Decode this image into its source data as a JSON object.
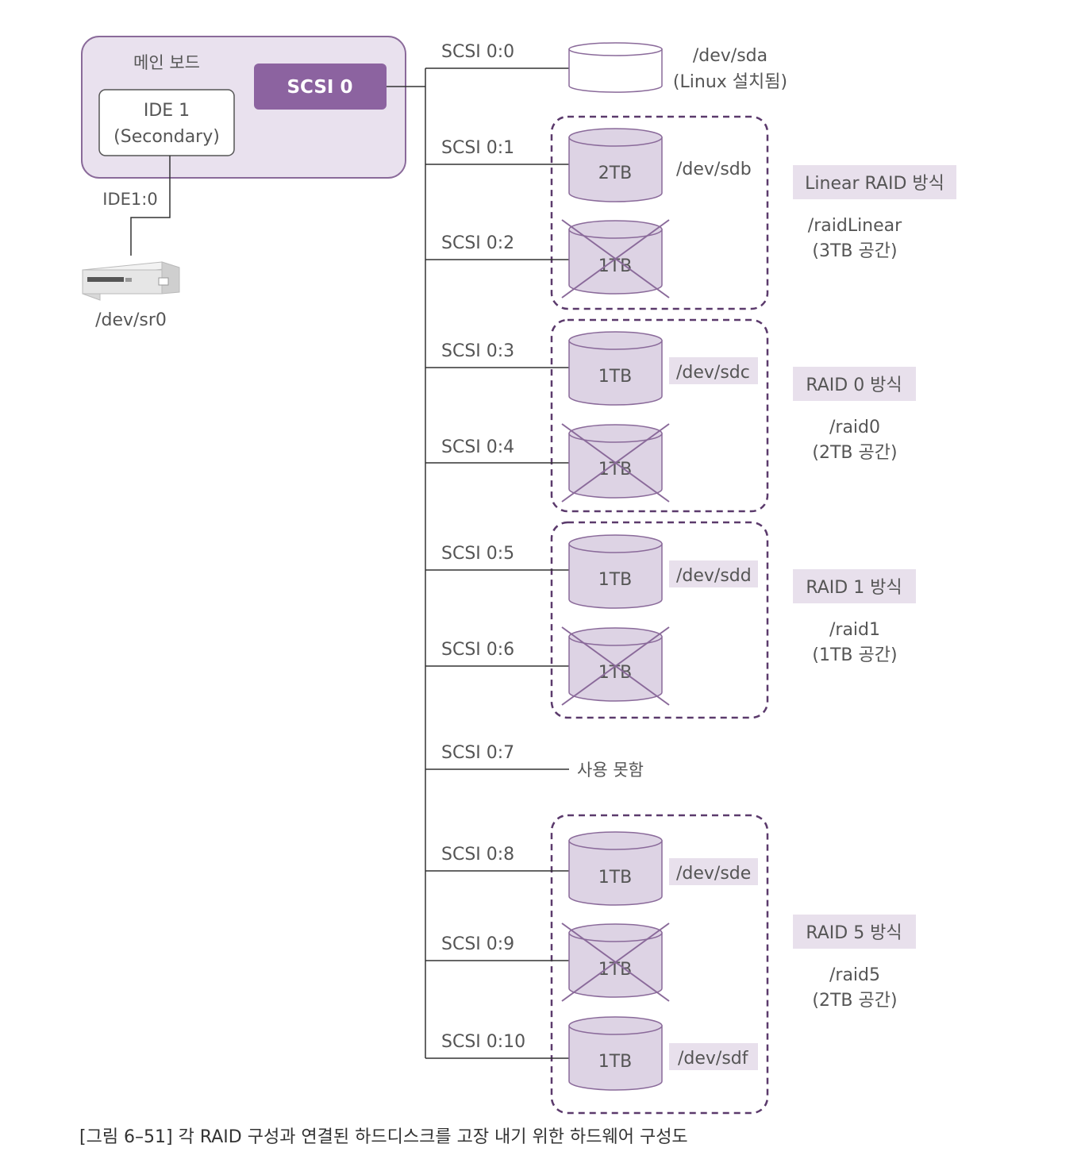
{
  "mainboard": {
    "label": "메인 보드",
    "ide_label_1": "IDE 1",
    "ide_label_2": "(Secondary)",
    "scsi_label": "SCSI 0"
  },
  "ide": {
    "port_label": "IDE1:0",
    "device_label": "/dev/sr0"
  },
  "ports": [
    "SCSI 0:0",
    "SCSI 0:1",
    "SCSI 0:2",
    "SCSI 0:3",
    "SCSI 0:4",
    "SCSI 0:5",
    "SCSI 0:6",
    "SCSI 0:7",
    "SCSI 0:8",
    "SCSI 0:9",
    "SCSI 0:10"
  ],
  "sda": {
    "device": "/dev/sda",
    "note": "(Linux 설치됨)"
  },
  "disks": [
    {
      "size": "2TB",
      "device": "/dev/sdb",
      "failed": false
    },
    {
      "size": "1TB",
      "device": "",
      "failed": true
    },
    {
      "size": "1TB",
      "device": "/dev/sdc",
      "failed": false
    },
    {
      "size": "1TB",
      "device": "",
      "failed": true
    },
    {
      "size": "1TB",
      "device": "/dev/sdd",
      "failed": false
    },
    {
      "size": "1TB",
      "device": "",
      "failed": true
    },
    {
      "size": "1TB",
      "device": "/dev/sde",
      "failed": false
    },
    {
      "size": "1TB",
      "device": "",
      "failed": true
    },
    {
      "size": "1TB",
      "device": "/dev/sdf",
      "failed": false
    }
  ],
  "unused_label": "사용 못함",
  "raid_groups": [
    {
      "type": "Linear RAID 방식",
      "mount": "/raidLinear",
      "capacity": "(3TB 공간)"
    },
    {
      "type": "RAID 0 방식",
      "mount": "/raid0",
      "capacity": "(2TB 공간)"
    },
    {
      "type": "RAID 1 방식",
      "mount": "/raid1",
      "capacity": "(1TB 공간)"
    },
    {
      "type": "RAID 5 방식",
      "mount": "/raid5",
      "capacity": "(2TB 공간)"
    }
  ],
  "caption": "[그림 6–51] 각 RAID 구성과 연결된 하드디스크를 고장 내기 위한 하드웨어 구성도",
  "colors": {
    "board_fill": "#e9e1ee",
    "board_stroke": "#8a6a9a",
    "scsi_fill": "#8c63a0",
    "disk_fill": "#ddd3e4",
    "group_stroke": "#5b3a6c",
    "label_bg": "#e8e0ec",
    "line": "#333333",
    "cross": "#8a6a9a"
  }
}
